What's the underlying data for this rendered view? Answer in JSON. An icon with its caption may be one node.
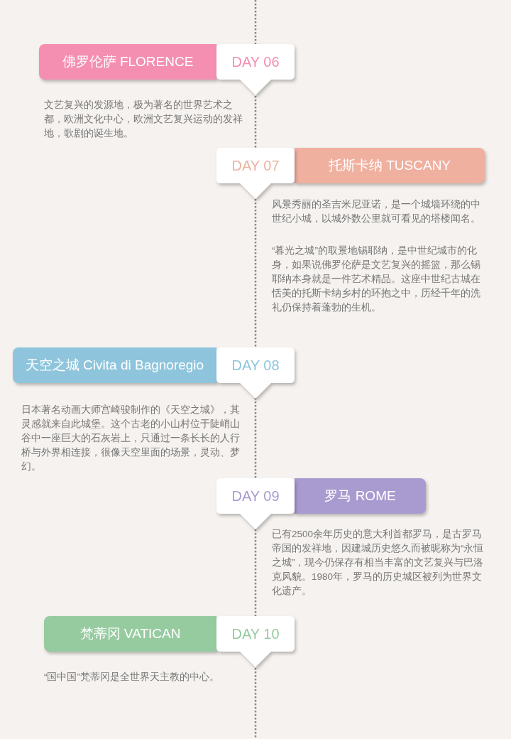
{
  "diagram": {
    "nodes": [
      {
        "text": [
          "佛罗伦萨 FLORENCE"
        ]
      },
      {
        "text": [
          "DAY 06"
        ],
        "beside": [
          "文艺复兴的发源地，极为著名的世界艺术之都，欧洲文化中心，欧洲文艺复兴运动的发祥地，歌剧的诞生地。"
        ]
      },
      {
        "text": [
          "DAY 07"
        ],
        "beside": [
          "风景秀丽的圣吉米尼亚诺，是一个城墙环绕的中世纪小城，以城外数公里就可看见的塔楼闻名。",
          "“暮光之城”的取景地锡耶纳，是中世纪城市的化身，如果说佛罗伦萨是文艺复兴的摇篮，那么锡耶纳本身就是一件艺术精品。这座中世纪古城在恬美的托斯卡纳乡村的环抱之中，历经千年的洗礼仍保持着蓬勃的生机。"
        ]
      },
      {
        "text": [
          "托斯卡纳 TUSCANY"
        ]
      },
      {
        "text": [
          "天空之城 Civita di Bagnoregio"
        ]
      },
      {
        "text": [
          "DAY 08"
        ],
        "beside": [
          "日本著名动画大师宫崎骏制作的《天空之城》，其灵感就来自此城堡。这个古老的小山村位于陡峭山谷中一座巨大的石灰岩上，只通过一条长长的人行桥与外界相连接，很像天空里面的场景，灵动、梦幻。"
        ]
      },
      {
        "text": [
          "DAY 09"
        ],
        "beside": [
          "已有2500余年历史的意大利首都罗马，是古罗马帝国的发祥地，因建城历史悠久而被昵称为“永恒之城”，现今仍保存有相当丰富的文艺复兴与巴洛克风貌。1980年，罗马的历史城区被列为世界文化遗产。"
        ]
      },
      {
        "text": [
          "罗马 ROME"
        ]
      },
      {
        "text": [
          "梵蒂冈 VATICAN"
        ]
      },
      {
        "text": [
          "DAY 10"
        ],
        "beside": [
          "“国中国”梵蒂冈是全世界天主教的中心。"
        ]
      }
    ]
  }
}
